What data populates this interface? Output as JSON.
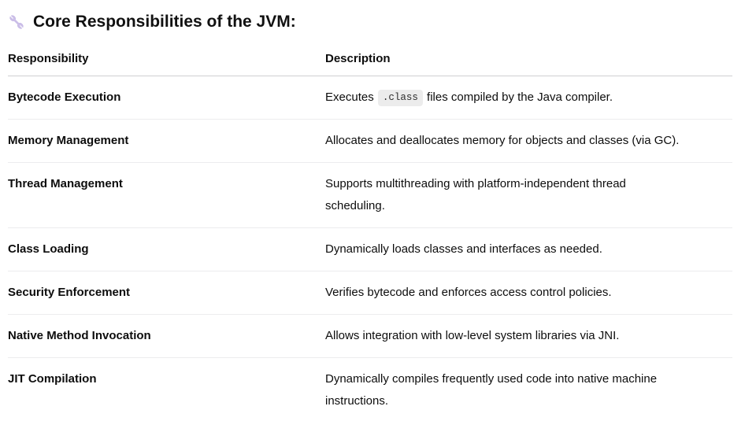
{
  "title": {
    "text": "Core Responsibilities of the JVM:",
    "icon": "wrench-icon"
  },
  "colors": {
    "icon_accent": "#cdc0e9",
    "code_chip_bg": "#ececec",
    "header_divider": "#d0cfd2",
    "row_divider": "#ececee",
    "text": "#0d0d0d"
  },
  "table": {
    "columns": [
      "Responsibility",
      "Description"
    ],
    "rows": [
      {
        "responsibility": "Bytecode Execution",
        "desc_prefix": "Executes ",
        "code": ".class",
        "desc_suffix": " files compiled by the Java compiler."
      },
      {
        "responsibility": "Memory Management",
        "description": "Allocates and deallocates memory for objects and classes (via GC)."
      },
      {
        "responsibility": "Thread Management",
        "description": "Supports multithreading with platform-independent thread scheduling."
      },
      {
        "responsibility": "Class Loading",
        "description": "Dynamically loads classes and interfaces as needed."
      },
      {
        "responsibility": "Security Enforcement",
        "description": "Verifies bytecode and enforces access control policies."
      },
      {
        "responsibility": "Native Method Invocation",
        "description": "Allows integration with low-level system libraries via JNI."
      },
      {
        "responsibility": "JIT Compilation",
        "description": "Dynamically compiles frequently used code into native machine instructions."
      }
    ]
  }
}
